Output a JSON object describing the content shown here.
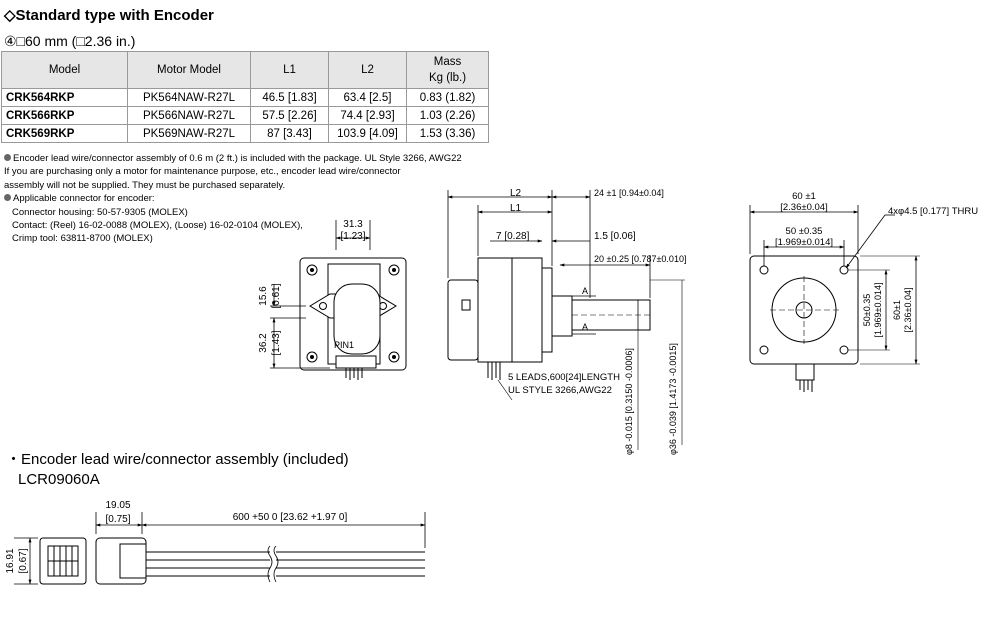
{
  "header": {
    "title": "◇Standard type with Encoder",
    "subtitle": "④□60 mm (□2.36 in.)"
  },
  "table": {
    "headers": [
      "Model",
      "Motor Model",
      "L1",
      "L2",
      "Mass",
      "Kg (lb.)"
    ],
    "rows": [
      [
        "CRK564RKP",
        "PK564NAW-R27L",
        "46.5 [1.83]",
        "63.4 [2.5]",
        "0.83 (1.82)"
      ],
      [
        "CRK566RKP",
        "PK566NAW-R27L",
        "57.5 [2.26]",
        "74.4 [2.93]",
        "1.03 (2.26)"
      ],
      [
        "CRK569RKP",
        "PK569NAW-R27L",
        "87 [3.43]",
        "103.9 [4.09]",
        "1.53 (3.36)"
      ]
    ]
  },
  "notes": {
    "line1": "Encoder lead wire/connector assembly of 0.6 m (2 ft.) is included with the package. UL Style 3266, AWG22",
    "line2": "If you are purchasing only a motor for maintenance purpose, etc., encoder lead wire/connector",
    "line3": "assembly will not be supplied. They must be purchased separately.",
    "line4": "Applicable connector for encoder:",
    "line5": "Connector housing: 50-57-9305 (MOLEX)",
    "line6": "Contact: (Reel) 16-02-0088 (MOLEX), (Loose) 16-02-0104 (MOLEX),",
    "line7": "Crimp tool: 63811-8700 (MOLEX)"
  },
  "drawing": {
    "back": {
      "w_mm": "31.3",
      "w_in": "[1.23]",
      "h1_mm": "15.6",
      "h1_in": "[0.61]",
      "h2_mm": "36.2",
      "h2_in": "[1.43]",
      "pin": "PIN1"
    },
    "side": {
      "l2": "L2",
      "l1": "L1",
      "d24": "24 ±1 [0.94±0.04]",
      "d7": "7 [0.28]",
      "d15": "1.5 [0.06]",
      "d20": "20 ±0.25 [0.787±0.010]",
      "markA1": "A",
      "markA2": "A",
      "leads1": "5 LEADS,600[24]LENGTH",
      "leads2": "UL STYLE 3266,AWG22",
      "shaft": "φ8 -0.015 [0.3150 -0.0006]",
      "pilot": "φ36 -0.039 [1.4173 -0.0015]"
    },
    "front": {
      "w60": "60 ±1",
      "w60in": "[2.36±0.04]",
      "holes": "4xφ4.5 [0.177] THRU",
      "w50": "50 ±0.35",
      "w50in": "[1.969±0.014]",
      "v50": "50±0.35",
      "v50in": "[1.969±0.014]",
      "v60": "60±1",
      "v60in": "[2.36±0.04]"
    },
    "cable": {
      "d19": "19.05",
      "d19in": "[0.75]",
      "len": "600 +50 0  [23.62 +1.97 0]",
      "h16": "16.91",
      "h16in": "[0.67]"
    }
  },
  "section2": {
    "title": "・Encoder lead wire/connector assembly (included)",
    "model": "LCR09060A"
  }
}
